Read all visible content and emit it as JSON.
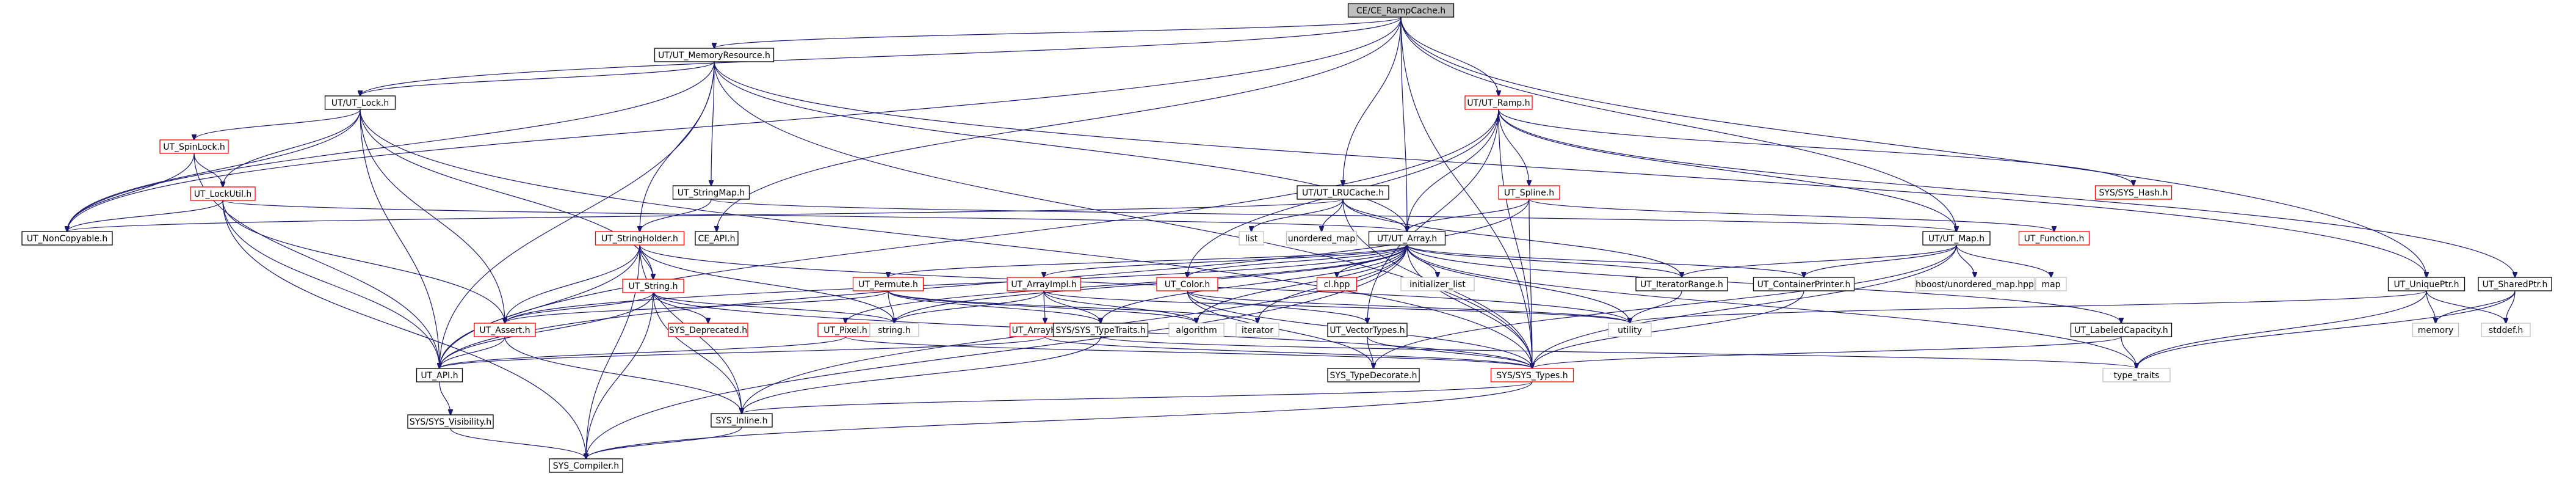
{
  "colors": {
    "edge": "#191970",
    "root_fill": "#bfbfbf",
    "border_default": "#000000",
    "border_incomplete": "#ff0000",
    "border_system": "#bfbfbf"
  },
  "root": "CE/CE_RampCache.h",
  "nodes": [
    {
      "id": "ce_rampcache",
      "label": "CE/CE_RampCache.h",
      "style": "root"
    },
    {
      "id": "ut_memoryresource",
      "label": "UT/UT_MemoryResource.h",
      "style": "black"
    },
    {
      "id": "ut_lock",
      "label": "UT/UT_Lock.h",
      "style": "black"
    },
    {
      "id": "ut_spinlock",
      "label": "UT_SpinLock.h",
      "style": "red"
    },
    {
      "id": "ut_lockutil",
      "label": "UT_LockUtil.h",
      "style": "red"
    },
    {
      "id": "ut_noncopyable",
      "label": "UT_NonCopyable.h",
      "style": "black"
    },
    {
      "id": "ut_stringmap",
      "label": "UT_StringMap.h",
      "style": "black"
    },
    {
      "id": "ut_stringholder",
      "label": "UT_StringHolder.h",
      "style": "red"
    },
    {
      "id": "ut_string",
      "label": "UT_String.h",
      "style": "red"
    },
    {
      "id": "ut_assert",
      "label": "UT_Assert.h",
      "style": "red"
    },
    {
      "id": "ut_api",
      "label": "UT_API.h",
      "style": "black"
    },
    {
      "id": "sys_visibility",
      "label": "SYS/SYS_Visibility.h",
      "style": "black"
    },
    {
      "id": "sys_compiler",
      "label": "SYS_Compiler.h",
      "style": "black"
    },
    {
      "id": "sys_inline",
      "label": "SYS_Inline.h",
      "style": "black"
    },
    {
      "id": "sys_deprecated",
      "label": "SYS_Deprecated.h",
      "style": "red"
    },
    {
      "id": "ut_ramp",
      "label": "UT/UT_Ramp.h",
      "style": "red"
    },
    {
      "id": "ut_lrucache",
      "label": "UT/UT_LRUCache.h",
      "style": "black"
    },
    {
      "id": "ce_api",
      "label": "CE_API.h",
      "style": "black"
    },
    {
      "id": "ut_array",
      "label": "UT/UT_Array.h",
      "style": "black"
    },
    {
      "id": "ut_spline",
      "label": "UT_Spline.h",
      "style": "red"
    },
    {
      "id": "sys_hash",
      "label": "SYS/SYS_Hash.h",
      "style": "red"
    },
    {
      "id": "ut_map",
      "label": "UT/UT_Map.h",
      "style": "black"
    },
    {
      "id": "ut_function",
      "label": "UT_Function.h",
      "style": "red"
    },
    {
      "id": "ut_uniqueptr",
      "label": "UT_UniquePtr.h",
      "style": "black"
    },
    {
      "id": "ut_sharedptr",
      "label": "UT_SharedPtr.h",
      "style": "black"
    },
    {
      "id": "list",
      "label": "list",
      "style": "gray"
    },
    {
      "id": "unordered_map",
      "label": "unordered_map",
      "style": "gray"
    },
    {
      "id": "ut_permute",
      "label": "UT_Permute.h",
      "style": "red"
    },
    {
      "id": "ut_arrayimpl",
      "label": "UT_ArrayImpl.h",
      "style": "red"
    },
    {
      "id": "ut_color",
      "label": "UT_Color.h",
      "style": "red"
    },
    {
      "id": "cl_hpp",
      "label": "cl.hpp",
      "style": "red"
    },
    {
      "id": "initializer_list",
      "label": "initializer_list",
      "style": "gray"
    },
    {
      "id": "ut_iteratorrange",
      "label": "UT_IteratorRange.h",
      "style": "black"
    },
    {
      "id": "ut_containerprinter",
      "label": "UT_ContainerPrinter.h",
      "style": "black"
    },
    {
      "id": "hboost_unordered_map",
      "label": "hboost/unordered_map.hpp",
      "style": "gray"
    },
    {
      "id": "map",
      "label": "map",
      "style": "gray"
    },
    {
      "id": "ut_pixel",
      "label": "UT_Pixel.h",
      "style": "red"
    },
    {
      "id": "string_h",
      "label": "string.h",
      "style": "gray"
    },
    {
      "id": "ut_arrayhelp",
      "label": "UT_ArrayHelp.h",
      "style": "red"
    },
    {
      "id": "sys_typetraits",
      "label": "SYS/SYS_TypeTraits.h",
      "style": "black"
    },
    {
      "id": "algorithm",
      "label": "algorithm",
      "style": "gray"
    },
    {
      "id": "iterator",
      "label": "iterator",
      "style": "gray"
    },
    {
      "id": "ut_vectortypes",
      "label": "UT_VectorTypes.h",
      "style": "black"
    },
    {
      "id": "utility",
      "label": "utility",
      "style": "gray"
    },
    {
      "id": "ut_labeledcapacity",
      "label": "UT_LabeledCapacity.h",
      "style": "black"
    },
    {
      "id": "memory",
      "label": "memory",
      "style": "gray"
    },
    {
      "id": "stddef_h",
      "label": "stddef.h",
      "style": "gray"
    },
    {
      "id": "sys_typedecorate",
      "label": "SYS_TypeDecorate.h",
      "style": "black"
    },
    {
      "id": "sys_types",
      "label": "SYS/SYS_Types.h",
      "style": "red"
    },
    {
      "id": "type_traits",
      "label": "type_traits",
      "style": "gray"
    }
  ],
  "edges": [
    [
      "ce_rampcache",
      "ut_memoryresource"
    ],
    [
      "ce_rampcache",
      "ut_lock"
    ],
    [
      "ce_rampcache",
      "ut_noncopyable"
    ],
    [
      "ce_rampcache",
      "ce_api"
    ],
    [
      "ce_rampcache",
      "ut_ramp"
    ],
    [
      "ce_rampcache",
      "ut_lrucache"
    ],
    [
      "ce_rampcache",
      "ut_array"
    ],
    [
      "ce_rampcache",
      "ut_map"
    ],
    [
      "ce_rampcache",
      "ut_uniqueptr"
    ],
    [
      "ce_rampcache",
      "sys_types"
    ],
    [
      "ut_memoryresource",
      "ut_lock"
    ],
    [
      "ut_memoryresource",
      "ut_noncopyable"
    ],
    [
      "ut_memoryresource",
      "ut_stringmap"
    ],
    [
      "ut_memoryresource",
      "ut_stringholder"
    ],
    [
      "ut_memoryresource",
      "ut_array"
    ],
    [
      "ut_memoryresource",
      "ut_api"
    ],
    [
      "ut_memoryresource",
      "ut_uniqueptr"
    ],
    [
      "ut_memoryresource",
      "sys_types"
    ],
    [
      "ut_lock",
      "ut_spinlock"
    ],
    [
      "ut_lock",
      "ut_lockutil"
    ],
    [
      "ut_lock",
      "ut_noncopyable"
    ],
    [
      "ut_lock",
      "ut_string"
    ],
    [
      "ut_lock",
      "ut_assert"
    ],
    [
      "ut_lock",
      "ut_api"
    ],
    [
      "ut_lock",
      "sys_types"
    ],
    [
      "ut_spinlock",
      "ut_lockutil"
    ],
    [
      "ut_spinlock",
      "ut_noncopyable"
    ],
    [
      "ut_spinlock",
      "ut_api"
    ],
    [
      "ut_lockutil",
      "ut_noncopyable"
    ],
    [
      "ut_lockutil",
      "ut_assert"
    ],
    [
      "ut_lockutil",
      "ut_api"
    ],
    [
      "ut_lockutil",
      "sys_compiler"
    ],
    [
      "ut_lockutil",
      "ut_array"
    ],
    [
      "ut_stringmap",
      "ut_stringholder"
    ],
    [
      "ut_stringmap",
      "ut_map"
    ],
    [
      "ut_stringholder",
      "ut_string"
    ],
    [
      "ut_stringholder",
      "ut_assert"
    ],
    [
      "ut_stringholder",
      "ut_api"
    ],
    [
      "ut_stringholder",
      "sys_inline"
    ],
    [
      "ut_stringholder",
      "sys_compiler"
    ],
    [
      "ut_stringholder",
      "string_h"
    ],
    [
      "ut_stringholder",
      "utility"
    ],
    [
      "ut_string",
      "ut_assert"
    ],
    [
      "ut_string",
      "ut_api"
    ],
    [
      "ut_string",
      "sys_deprecated"
    ],
    [
      "ut_string",
      "sys_inline"
    ],
    [
      "ut_string",
      "sys_compiler"
    ],
    [
      "ut_string",
      "string_h"
    ],
    [
      "ut_string",
      "sys_types"
    ],
    [
      "ut_assert",
      "ut_api"
    ],
    [
      "ut_assert",
      "sys_inline"
    ],
    [
      "ut_api",
      "sys_visibility"
    ],
    [
      "sys_visibility",
      "sys_compiler"
    ],
    [
      "sys_inline",
      "sys_compiler"
    ],
    [
      "ut_ramp",
      "ut_spline"
    ],
    [
      "ut_ramp",
      "sys_hash"
    ],
    [
      "ut_ramp",
      "ut_array"
    ],
    [
      "ut_ramp",
      "ut_color"
    ],
    [
      "ut_ramp",
      "ut_map"
    ],
    [
      "ut_ramp",
      "ut_api"
    ],
    [
      "ut_ramp",
      "ut_vectortypes"
    ],
    [
      "ut_ramp",
      "sys_types"
    ],
    [
      "ut_ramp",
      "ut_sharedptr"
    ],
    [
      "ut_lrucache",
      "list"
    ],
    [
      "ut_lrucache",
      "unordered_map"
    ],
    [
      "ut_lrucache",
      "ut_array"
    ],
    [
      "ut_lrucache",
      "ut_noncopyable"
    ],
    [
      "ut_lrucache",
      "ut_iteratorrange"
    ],
    [
      "ut_lrucache",
      "sys_types"
    ],
    [
      "ut_spline",
      "ut_array"
    ],
    [
      "ut_spline",
      "ut_function"
    ],
    [
      "ut_spline",
      "ut_api"
    ],
    [
      "ut_spline",
      "sys_types"
    ],
    [
      "ut_array",
      "ut_arrayimpl"
    ],
    [
      "ut_array",
      "ut_permute"
    ],
    [
      "ut_array",
      "ut_color"
    ],
    [
      "ut_array",
      "cl_hpp"
    ],
    [
      "ut_array",
      "initializer_list"
    ],
    [
      "ut_array",
      "ut_iteratorrange"
    ],
    [
      "ut_array",
      "ut_containerprinter"
    ],
    [
      "ut_array",
      "ut_labeledcapacity"
    ],
    [
      "ut_array",
      "sys_typetraits"
    ],
    [
      "ut_array",
      "algorithm"
    ],
    [
      "ut_array",
      "iterator"
    ],
    [
      "ut_array",
      "utility"
    ],
    [
      "ut_array",
      "string_h"
    ],
    [
      "ut_array",
      "ut_assert"
    ],
    [
      "ut_array",
      "ut_pixel"
    ],
    [
      "ut_array",
      "sys_compiler"
    ],
    [
      "ut_array",
      "sys_inline"
    ],
    [
      "ut_array",
      "sys_types"
    ],
    [
      "ut_array",
      "type_traits"
    ],
    [
      "ut_map",
      "ut_iteratorrange"
    ],
    [
      "ut_map",
      "ut_containerprinter"
    ],
    [
      "ut_map",
      "hboost_unordered_map"
    ],
    [
      "ut_map",
      "map"
    ],
    [
      "ut_map",
      "sys_typedecorate"
    ],
    [
      "ut_map",
      "sys_types"
    ],
    [
      "ut_uniqueptr",
      "memory"
    ],
    [
      "ut_uniqueptr",
      "stddef_h"
    ],
    [
      "ut_uniqueptr",
      "type_traits"
    ],
    [
      "ut_uniqueptr",
      "utility"
    ],
    [
      "ut_sharedptr",
      "memory"
    ],
    [
      "ut_sharedptr",
      "stddef_h"
    ],
    [
      "ut_sharedptr",
      "type_traits"
    ],
    [
      "ut_permute",
      "ut_assert"
    ],
    [
      "ut_permute",
      "string_h"
    ],
    [
      "ut_permute",
      "sys_typetraits"
    ],
    [
      "ut_permute",
      "algorithm"
    ],
    [
      "ut_permute",
      "iterator"
    ],
    [
      "ut_arrayimpl",
      "ut_arrayhelp"
    ],
    [
      "ut_arrayimpl",
      "sys_typetraits"
    ],
    [
      "ut_arrayimpl",
      "string_h"
    ],
    [
      "ut_arrayimpl",
      "utility"
    ],
    [
      "ut_arrayimpl",
      "algorithm"
    ],
    [
      "ut_color",
      "ut_vectortypes"
    ],
    [
      "ut_color",
      "sys_typedecorate"
    ],
    [
      "ut_color",
      "sys_types"
    ],
    [
      "ut_color",
      "utility"
    ],
    [
      "ut_arrayhelp",
      "ut_api"
    ],
    [
      "ut_arrayhelp",
      "sys_types"
    ],
    [
      "ut_pixel",
      "ut_api"
    ],
    [
      "ut_pixel",
      "sys_types"
    ],
    [
      "sys_typetraits",
      "sys_inline"
    ],
    [
      "sys_typetraits",
      "type_traits"
    ],
    [
      "ut_vectortypes",
      "sys_typedecorate"
    ],
    [
      "ut_vectortypes",
      "sys_types"
    ],
    [
      "ut_iteratorrange",
      "utility"
    ],
    [
      "ut_containerprinter",
      "sys_types"
    ],
    [
      "ut_labeledcapacity",
      "type_traits"
    ],
    [
      "ut_labeledcapacity",
      "sys_types"
    ],
    [
      "sys_types",
      "sys_inline"
    ],
    [
      "sys_types",
      "sys_compiler"
    ]
  ]
}
